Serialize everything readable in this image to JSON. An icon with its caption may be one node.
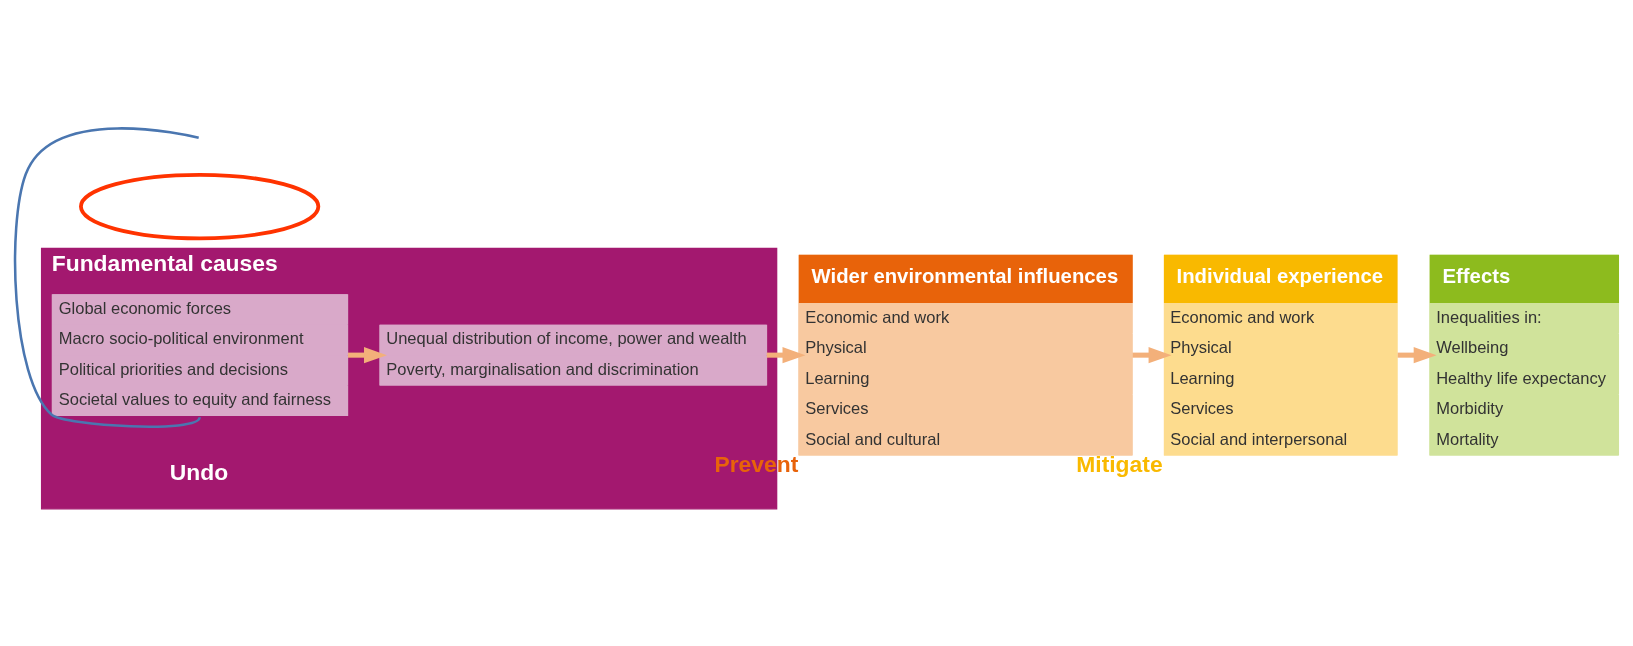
{
  "diagram": {
    "nodes": [
      {
        "text": [
          "Fundamental causes"
        ],
        "beside": [
          "Undo"
        ]
      },
      {
        "text": [
          "Global economic forces",
          "Macro socio-political environment",
          "Political priorities and decisions",
          "Societal values to equity and fairness"
        ],
        "in": 0
      },
      {
        "text": [
          "Unequal distribution of income, power and wealth",
          "Poverty, marginalisation and discrimination"
        ],
        "in": 0
      },
      {
        "text": [
          "Wider environmental influences",
          "Economic and work",
          "Physical",
          "Learning",
          "Services",
          "Social and cultural"
        ],
        "beside": [
          "Prevent"
        ]
      },
      {
        "text": [
          "Individual experience",
          "Economic and work",
          "Physical",
          "Learning",
          "Services",
          "Social and interpersonal"
        ],
        "beside": [
          "Mitigate"
        ]
      },
      {
        "text": [
          "Effects",
          "Inequalities in:",
          "Wellbeing",
          "Healthy life expectancy",
          "Morbidity",
          "Mortality"
        ]
      },
      {
        "text": [],
        "shape": "ellipse"
      }
    ],
    "edges": [
      {
        "from": 1,
        "to": 2,
        "arrow": "to"
      },
      {
        "from": 2,
        "to": 3,
        "arrow": "to"
      },
      {
        "from": 3,
        "to": 4,
        "arrow": "to"
      },
      {
        "from": 4,
        "to": 5,
        "arrow": "to"
      },
      {
        "from": null,
        "to": 1,
        "arrow": "none",
        "color": "#4a76b0"
      }
    ]
  }
}
